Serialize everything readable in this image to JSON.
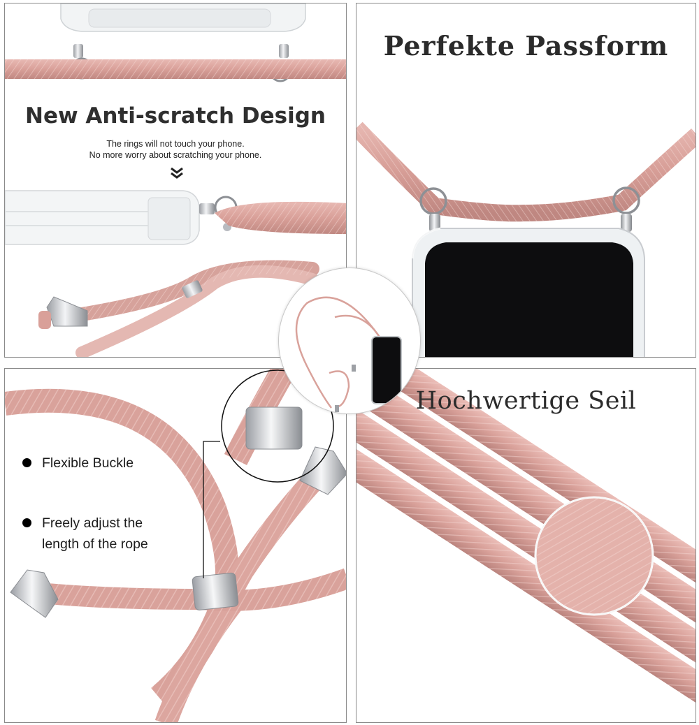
{
  "panels": {
    "top_left": {
      "title": "New Anti-scratch Design",
      "subtitle_line1": "The rings will not touch your phone.",
      "subtitle_line2": "No more worry about scratching your phone."
    },
    "top_right": {
      "title": "Perfekte Passform"
    },
    "bottom_left": {
      "features": [
        {
          "text": "Flexible Buckle"
        },
        {
          "line1": "Freely adjust the",
          "line2": "length of the rope"
        }
      ]
    },
    "bottom_right": {
      "title": "Hochwertige Seil"
    }
  },
  "colors": {
    "rope": "#dca49e",
    "rope_shade": "#c58a84",
    "rope_light": "#f0cfca",
    "metal": "#cfd2d6",
    "border": "#8a8a8a",
    "phone_screen": "#0d0d0f"
  },
  "icons": [
    "chevron-double-down-icon",
    "bullet-dot-icon"
  ]
}
